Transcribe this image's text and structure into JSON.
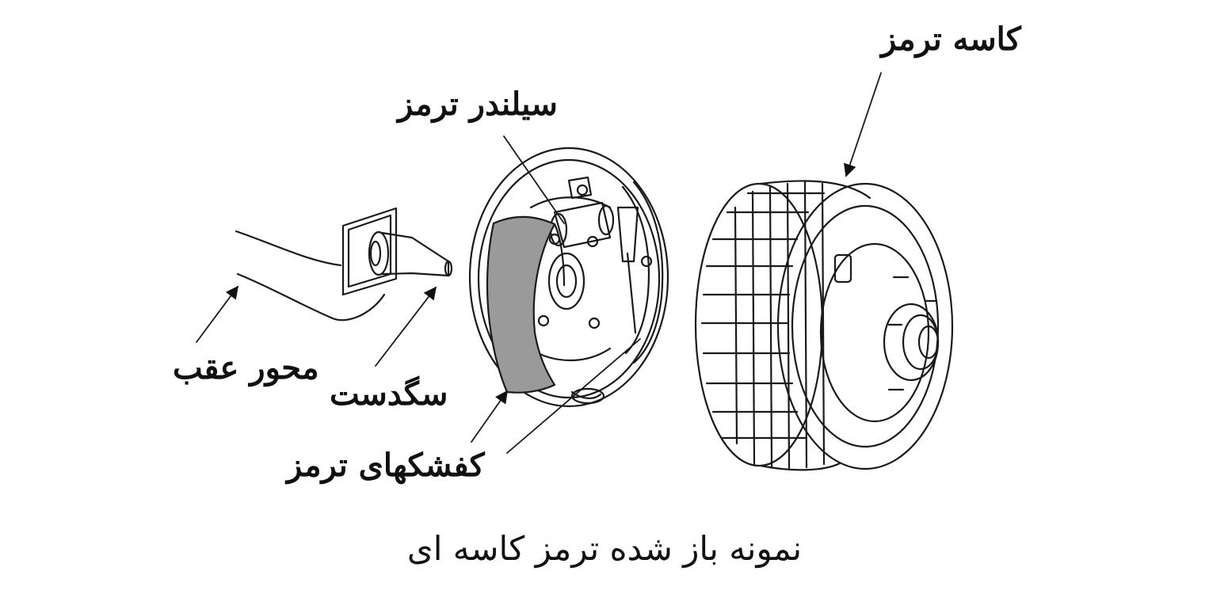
{
  "diagram": {
    "labels": {
      "brake_drum": "کاسه ترمز",
      "brake_cylinder": "سیلندر ترمز",
      "rear_axle": "محور عقب",
      "spindle": "سگدست",
      "brake_shoes": "کفشکهای ترمز"
    },
    "caption": "نمونه باز شده ترمز کاسه ای"
  }
}
